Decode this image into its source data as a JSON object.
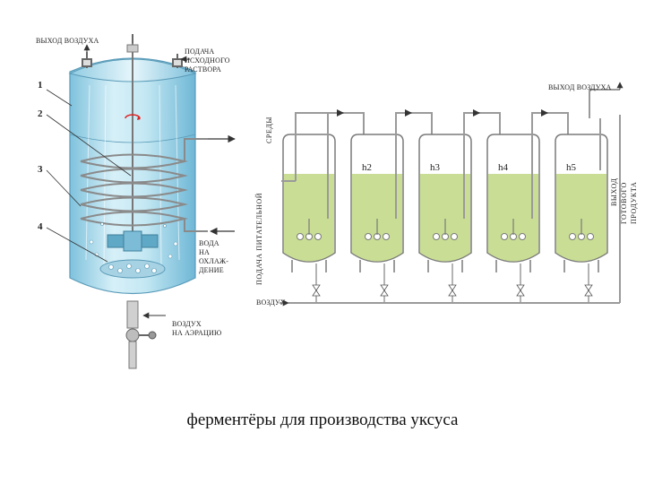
{
  "left_diagram": {
    "labels": {
      "air_outlet": "ВЫХОД ВОЗДУХА",
      "feed_line1": "ПОДАЧА",
      "feed_line2": "ИСХОДНОГО",
      "feed_line3": "РАСТВОРА",
      "water_line1": "ВОДА",
      "water_line2": "НА",
      "water_line3": "ОХЛАЖ-",
      "water_line4": "ДЕНИЕ",
      "aeration_line1": "ВОЗДУХ",
      "aeration_line2": "НА АЭРАЦИЮ"
    },
    "numbers": [
      "1",
      "2",
      "3",
      "4"
    ]
  },
  "right_diagram": {
    "labels": {
      "air_outlet": "ВЫХОД ВОЗДУХА",
      "air_inlet": "ВОЗДУХ",
      "medium_feed_line1": "ПОДАЧА ПИТАТЕЛЬНОЙ",
      "medium_feed_line2": "СРЕДЫ",
      "product_line1": "ВЫХОД",
      "product_line2": "ГОТОВОГО",
      "product_line3": "ПРОДУКТА"
    },
    "tanks": [
      "",
      "h2",
      "h3",
      "h4",
      "h5"
    ]
  },
  "caption": "ферментёры для производства уксуса",
  "colors": {
    "liquid_green": "#c9de94",
    "tank_outline": "#7a7a7a",
    "pipe": "#9a9a9a",
    "vessel_blue": "#a9d9ea"
  }
}
